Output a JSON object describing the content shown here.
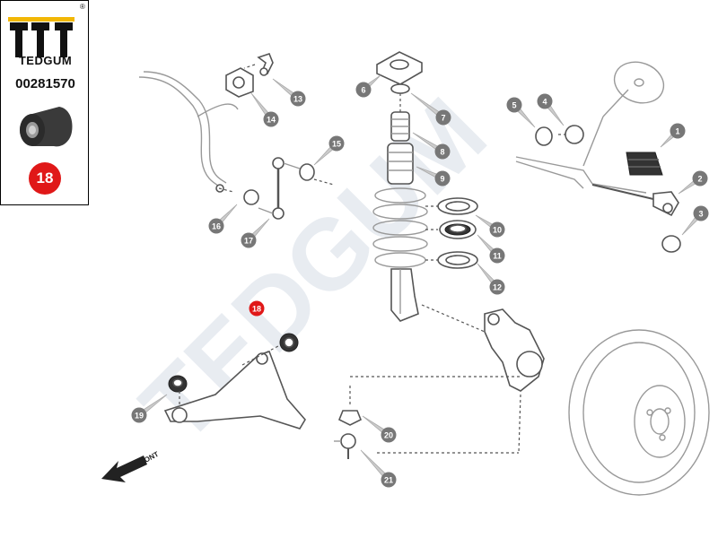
{
  "brand": {
    "name": "TEDGUM",
    "registered_mark": "®",
    "part_number": "00281570",
    "highlight_number": "18",
    "highlight_color": "#e01818"
  },
  "watermark": "TEDGUM",
  "direction_label": "FRONT",
  "callouts": [
    "1",
    "2",
    "3",
    "4",
    "5",
    "6",
    "7",
    "8",
    "9",
    "10",
    "11",
    "12",
    "13",
    "14",
    "15",
    "16",
    "17",
    "18",
    "19",
    "20",
    "21"
  ],
  "colors": {
    "callout": "#777777",
    "highlight": "#e01818",
    "line": "#555555",
    "watermark": "#e8ecf1"
  }
}
